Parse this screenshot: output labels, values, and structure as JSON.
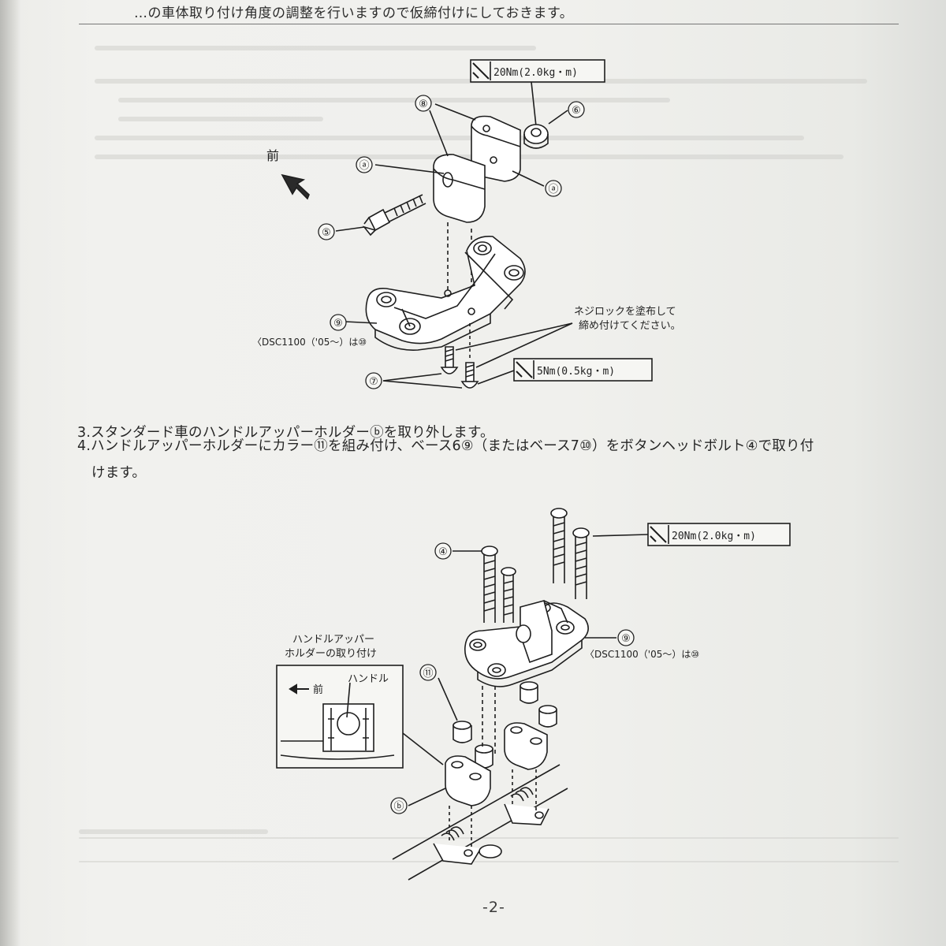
{
  "header": {
    "top_line": "…の車体取り付け角度の調整を行いますので仮締付けにしておきます。"
  },
  "diagram1": {
    "front_label": "前",
    "torque_upper": "20Nm(2.0kg・m)",
    "torque_lower": "5Nm(0.5kg・m)",
    "threadlock_note_1": "ネジロックを塗布して",
    "threadlock_note_2": "締め付けてください。",
    "model_note": "〈DSC1100（'05～）は⑩",
    "callouts": {
      "c8": "⑧",
      "c6": "⑥",
      "ca1": "ⓐ",
      "ca2": "ⓐ",
      "c5": "⑤",
      "c9": "⑨",
      "c7": "⑦"
    }
  },
  "steps": {
    "step3": "3.スタンダード車のハンドルアッパーホルダーⓑを取り外します。",
    "step4_line1": "4.ハンドルアッパーホルダーにカラー⑪を組み付け、ベース6⑨（またはベース7⑩）をボタンヘッドボルト④で取り付",
    "step4_line2": "けます。"
  },
  "diagram2": {
    "torque": "20Nm(2.0kg・m)",
    "model_note": "〈DSC1100（'05～）は⑩",
    "inset_title_1": "ハンドルアッパー",
    "inset_title_2": "ホルダーの取り付け",
    "inset_front": "前",
    "inset_handle": "ハンドル",
    "callouts": {
      "c4": "④",
      "c9": "⑨",
      "c11": "⑪",
      "cb": "ⓑ"
    }
  },
  "footer": {
    "page_number": "-2-"
  }
}
